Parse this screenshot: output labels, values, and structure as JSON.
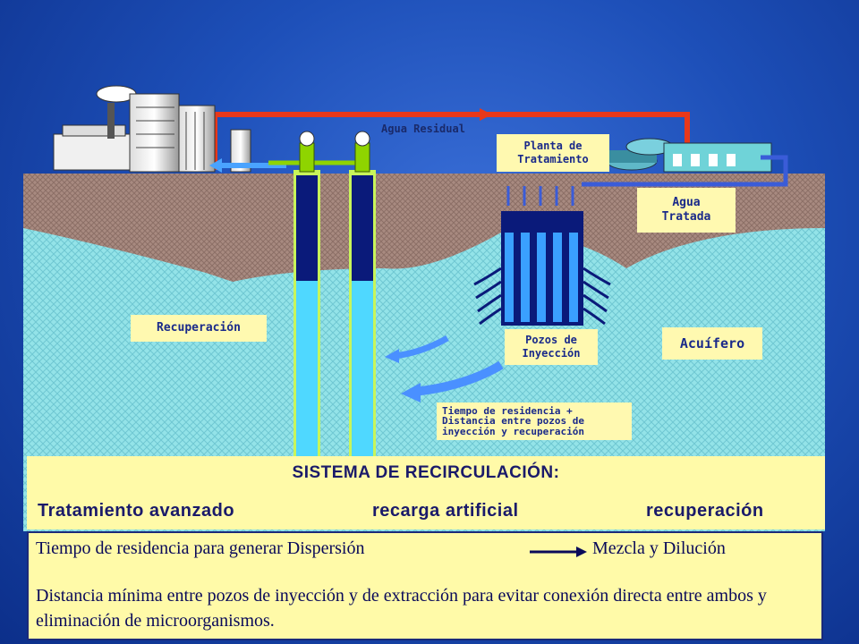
{
  "labels": {
    "agua_residual": "Agua Residual",
    "planta": "Planta de\nTratamiento",
    "agua_tratada": "Agua\nTratada",
    "recuperacion": "Recuperación",
    "pozos_inyeccion": "Pozos de\nInyección",
    "acuifero": "Acuífero",
    "tiempo_residencia": "Tiempo de residencia +\nDistancia entre pozos de\ninyección y recuperación"
  },
  "panel": {
    "title": "SISTEMA DE RECIRCULACIÓN:",
    "step1": "Tratamiento avanzado",
    "step2": "recarga artificial",
    "step3": "recuperación"
  },
  "notes": {
    "line1_a": "Tiempo de residencia para generar Dispersión",
    "line1_b": "Mezcla y Dilución",
    "line2": "Distancia mínima entre pozos de inyección y de extracción para evitar conexión directa entre ambos y eliminación de  microorganismos."
  },
  "colors": {
    "soil": "#a0847a",
    "aquifer": "#8fe0e6",
    "wastewater_pipe": "#e8381a",
    "clean_water_pipe": "#4aa3ff",
    "label_bg": "#fff9b0",
    "label_text": "#1a2a8a"
  }
}
